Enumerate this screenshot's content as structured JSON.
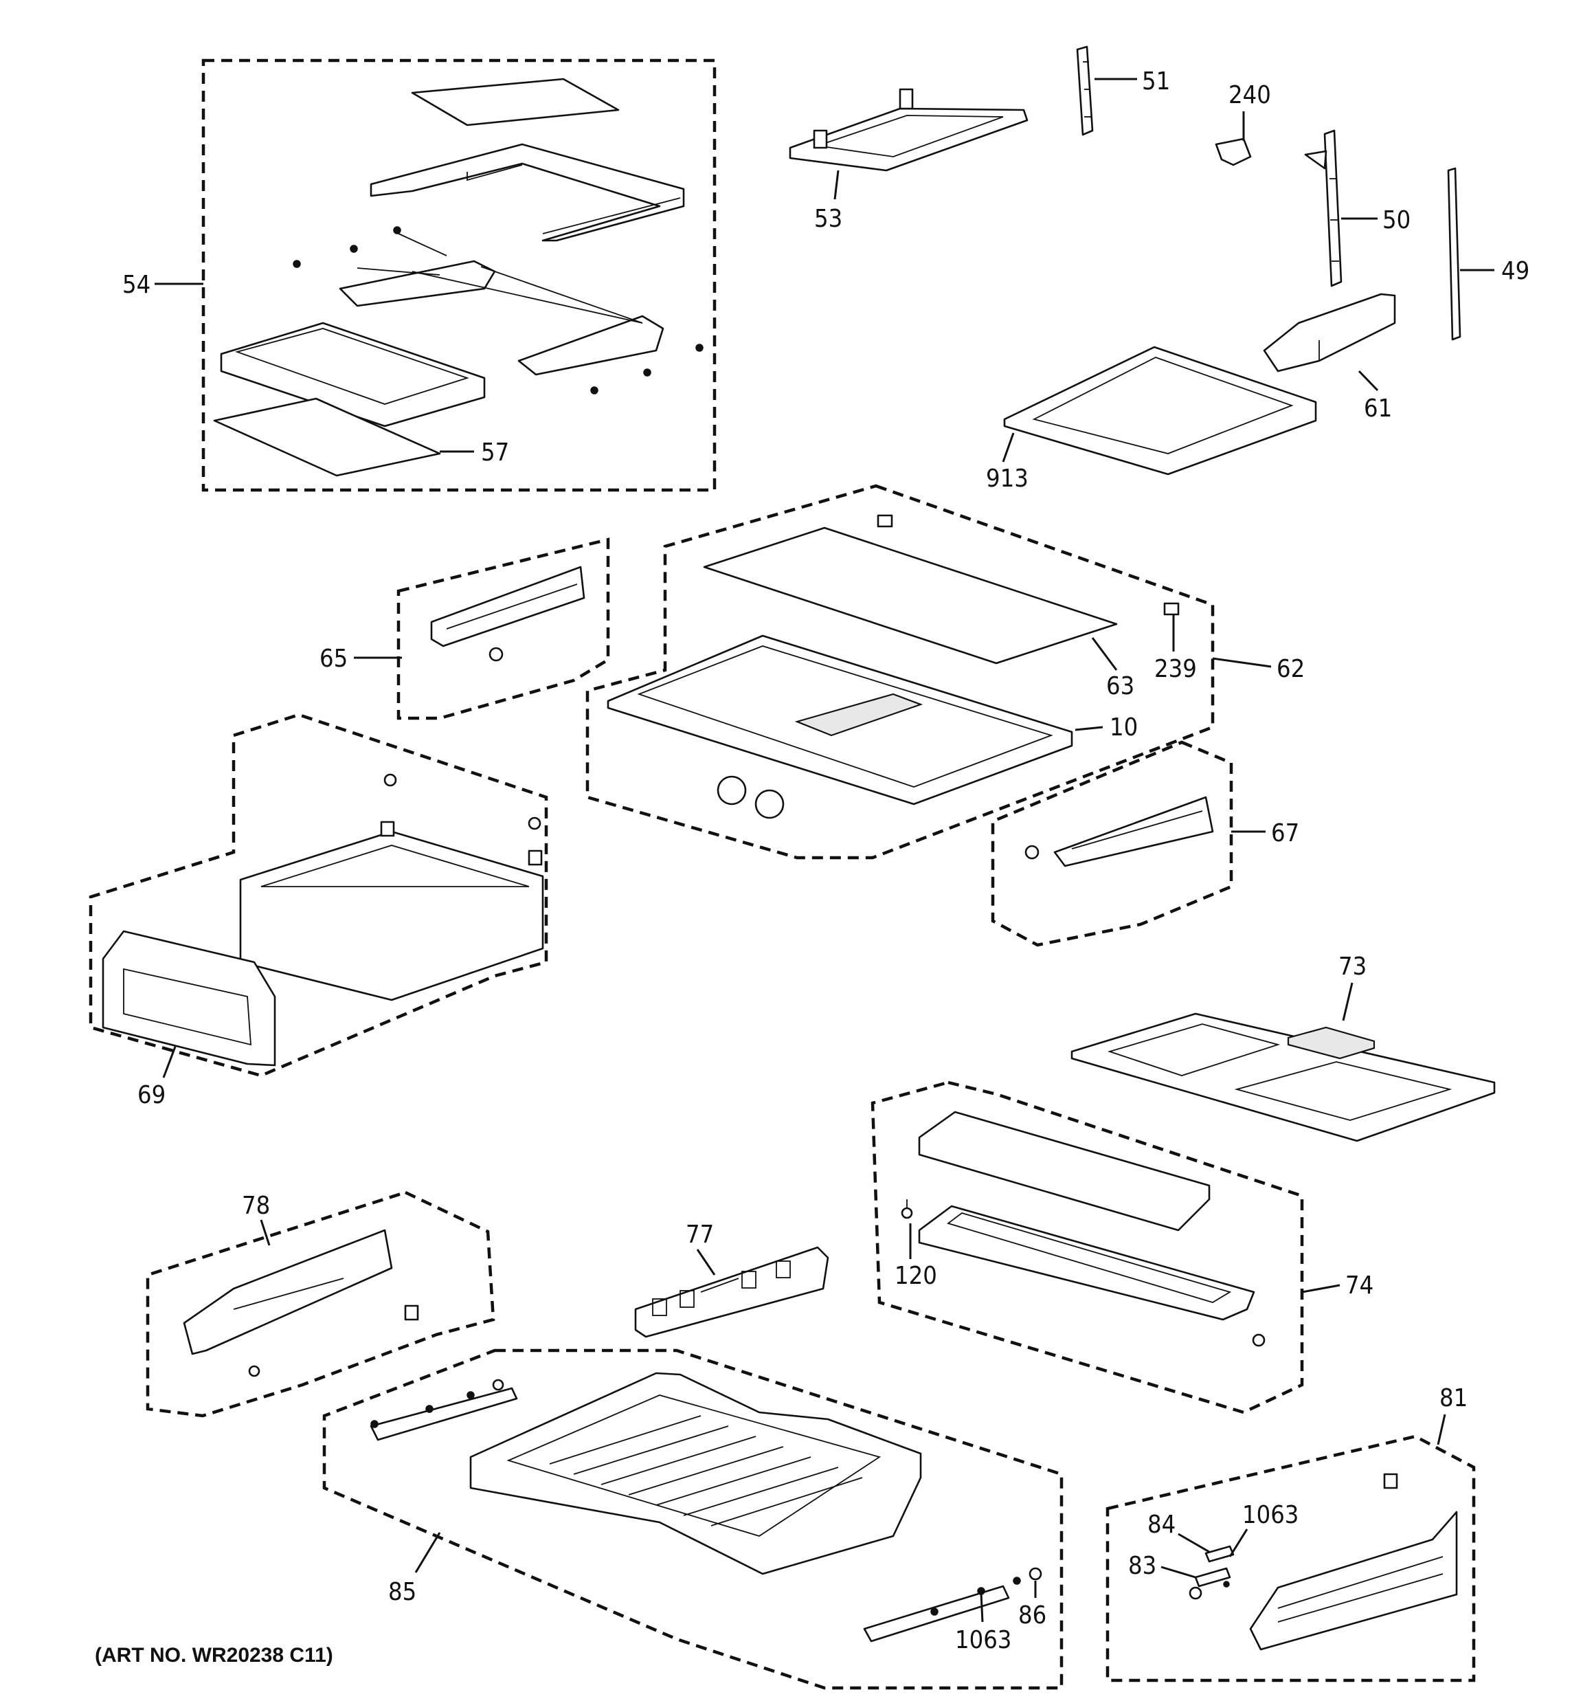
{
  "callouts": {
    "c54": "54",
    "c57": "57",
    "c53": "53",
    "c51": "51",
    "c240": "240",
    "c50": "50",
    "c49": "49",
    "c61": "61",
    "c913": "913",
    "c65": "65",
    "c63": "63",
    "c239": "239",
    "c62": "62",
    "c10": "10",
    "c67": "67",
    "c69": "69",
    "c73": "73",
    "c78": "78",
    "c77": "77",
    "c120": "120",
    "c74": "74",
    "c81": "81",
    "c84": "84",
    "c1063a": "1063",
    "c83": "83",
    "c85": "85",
    "c86": "86",
    "c1063b": "1063"
  },
  "footer": {
    "art_number": "(ART NO. WR20238 C11)"
  }
}
